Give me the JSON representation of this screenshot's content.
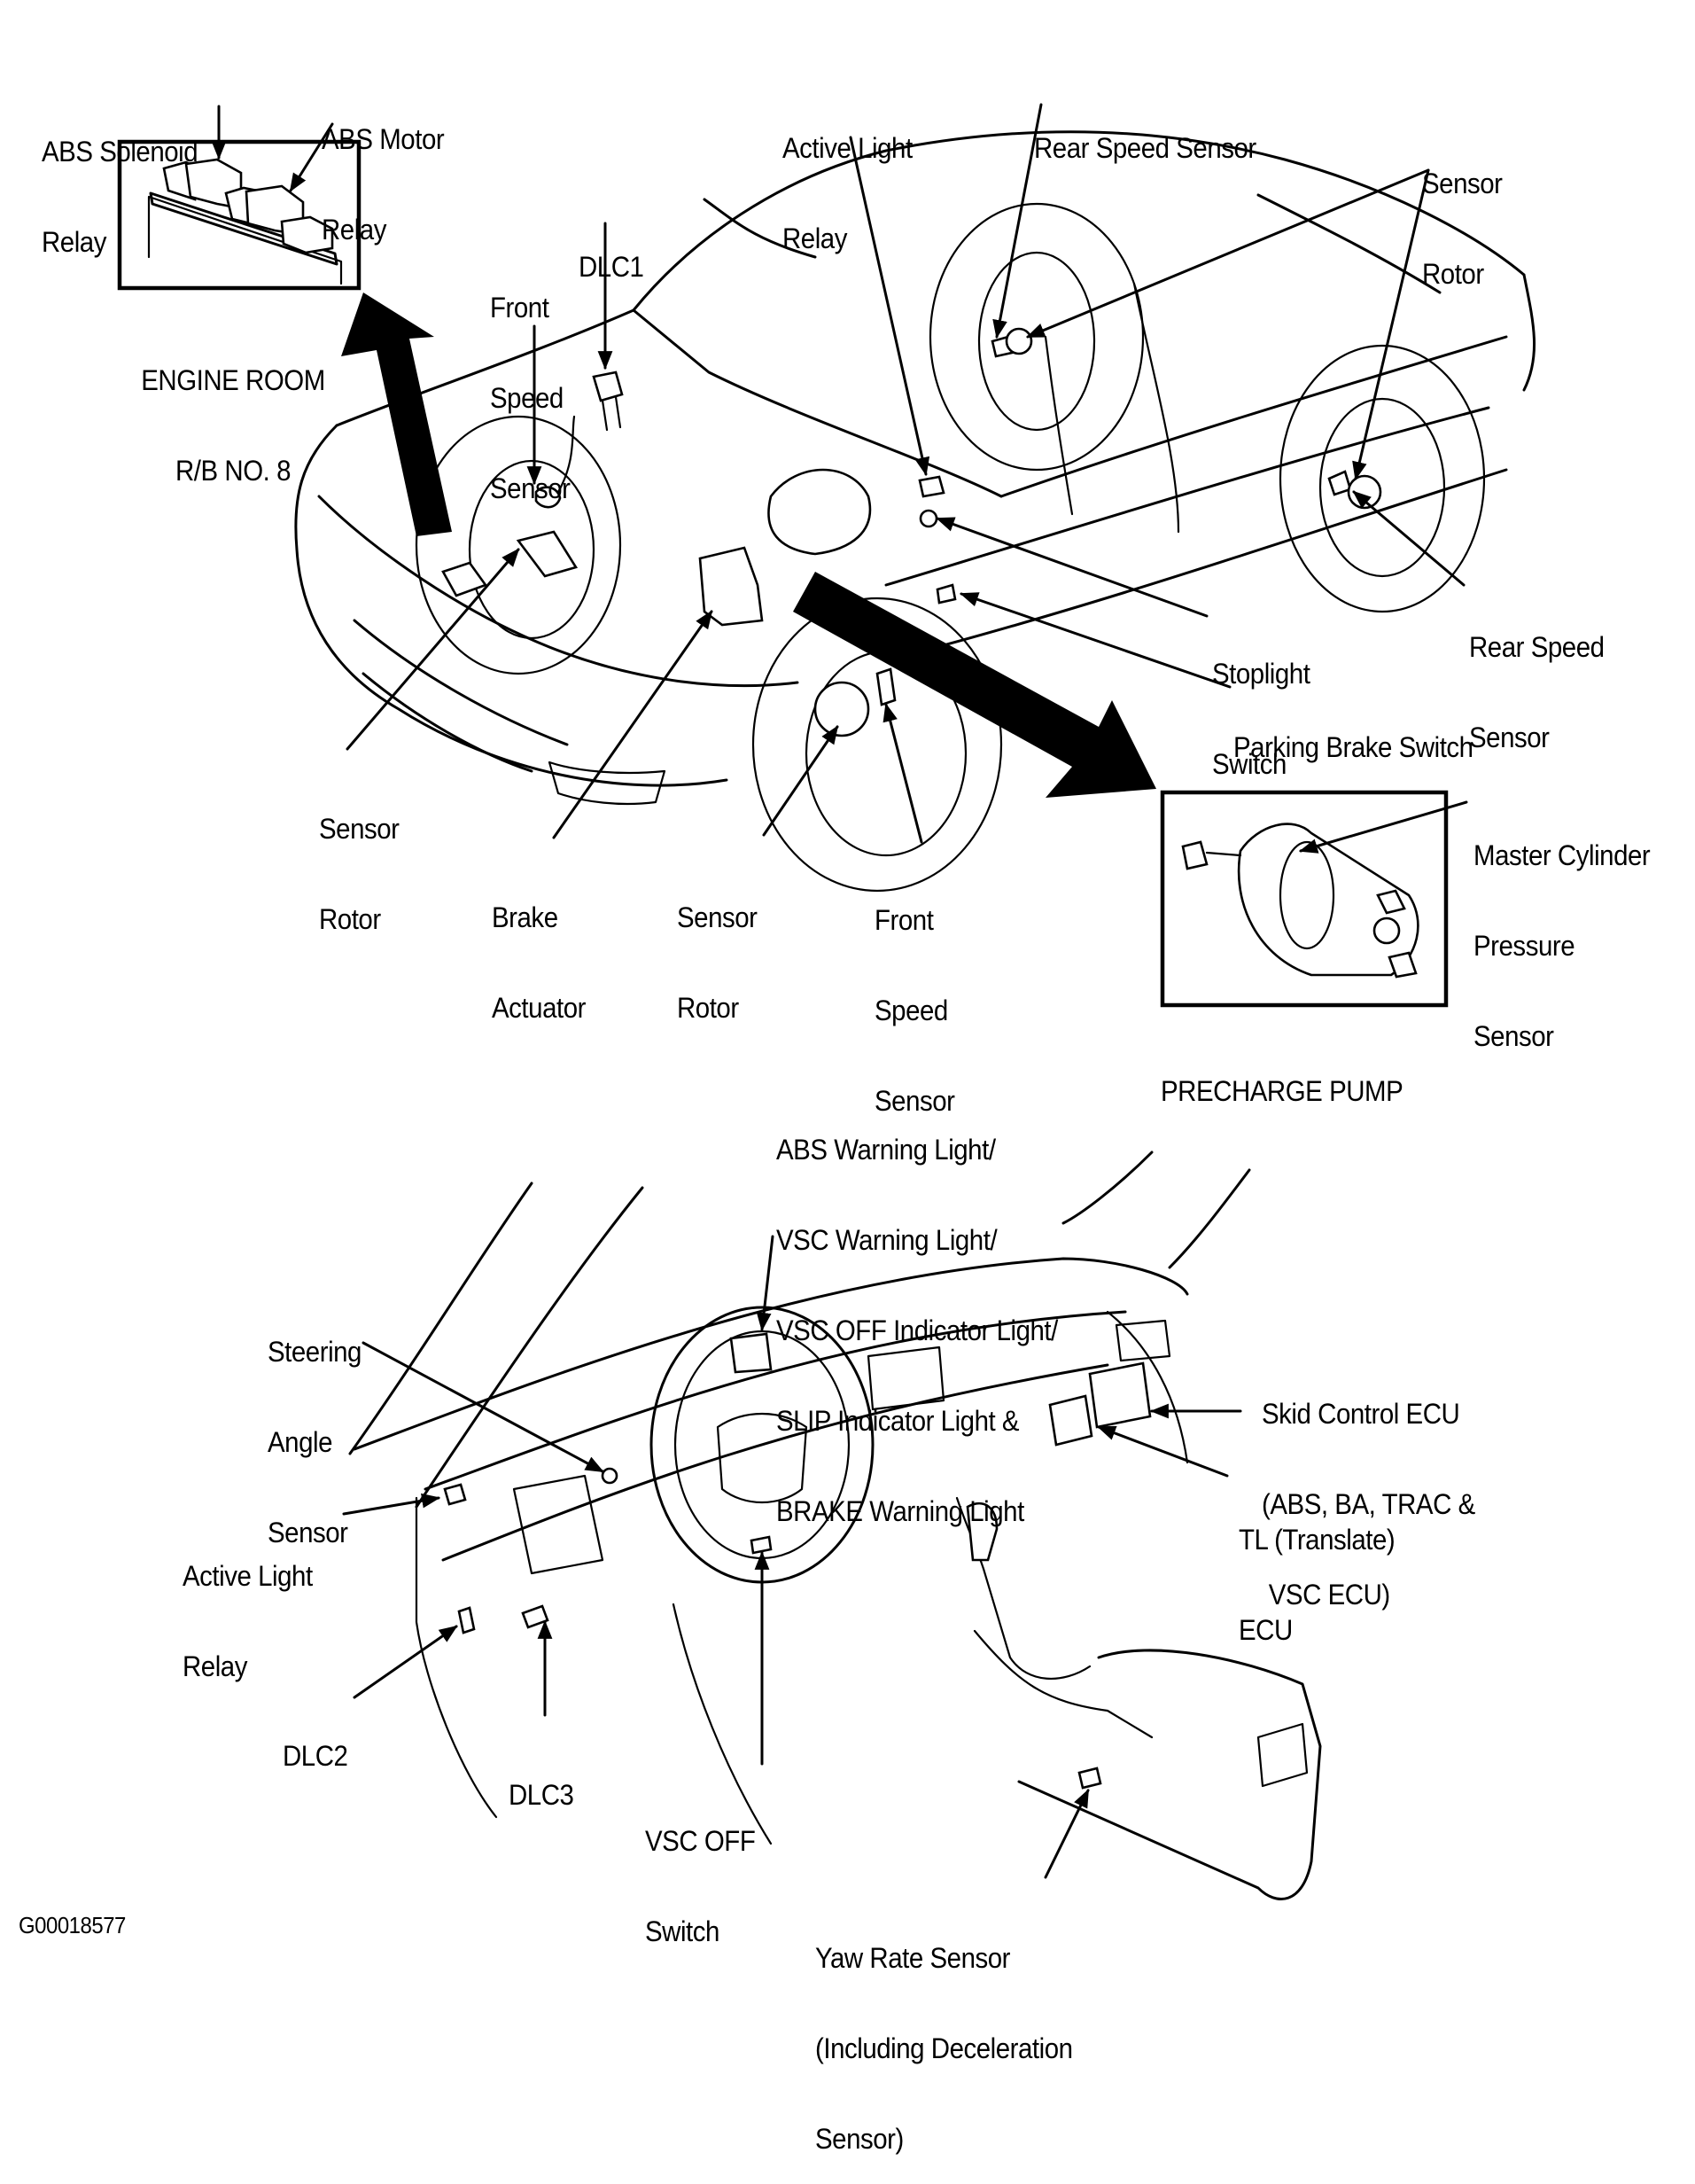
{
  "figure_id": "G00018577",
  "engine_room_inset": {
    "caption": [
      "ENGINE ROOM",
      "R/B NO. 8"
    ],
    "labels": {
      "abs_solenoid_relay": [
        "ABS Solenoid",
        "Relay"
      ],
      "abs_motor_relay": [
        "ABS Motor",
        "Relay"
      ]
    }
  },
  "precharge_pump_inset": {
    "caption": "PRECHARGE PUMP",
    "labels": {
      "master_cylinder_pressure_sensor": [
        "Master Cylinder",
        "Pressure",
        "Sensor"
      ]
    }
  },
  "vehicle_view": {
    "labels": {
      "dlc1": [
        "DLC1"
      ],
      "front_speed_sensor_upper": [
        "Front",
        "Speed",
        "Sensor"
      ],
      "active_light_relay_upper": [
        "Active Light",
        "Relay"
      ],
      "rear_speed_sensor_upper": [
        "Rear Speed Sensor"
      ],
      "sensor_rotor_rear": [
        "Sensor",
        "Rotor"
      ],
      "rear_speed_sensor_right": [
        "Rear Speed",
        "Sensor"
      ],
      "stoplight_switch": [
        "Stoplight",
        "Switch"
      ],
      "parking_brake_switch": [
        "Parking Brake Switch"
      ],
      "sensor_rotor_left": [
        "Sensor",
        "Rotor"
      ],
      "brake_actuator": [
        "Brake",
        "Actuator"
      ],
      "sensor_rotor_front": [
        "Sensor",
        "Rotor"
      ],
      "front_speed_sensor_lower": [
        "Front",
        "Speed",
        "Sensor"
      ]
    }
  },
  "dashboard_view": {
    "labels": {
      "warning_lights": [
        "ABS Warning Light/",
        "VSC Warning Light/",
        "VSC OFF Indicator Light/",
        "SLIP Indicator Light &",
        "BRAKE Warning Light"
      ],
      "steering_angle_sensor": [
        "Steering",
        "Angle",
        "Sensor"
      ],
      "skid_control_ecu": [
        "Skid Control ECU",
        "(ABS, BA, TRAC &",
        " VSC ECU)"
      ],
      "tl_translate_ecu": [
        "TL (Translate)",
        "ECU"
      ],
      "active_light_relay_lower": [
        "Active Light",
        "Relay"
      ],
      "dlc2": [
        "DLC2"
      ],
      "dlc3": [
        "DLC3"
      ],
      "vsc_off_switch": [
        "VSC OFF",
        "Switch"
      ],
      "yaw_rate_sensor": [
        "Yaw Rate Sensor",
        "(Including Deceleration",
        "Sensor)"
      ]
    }
  }
}
